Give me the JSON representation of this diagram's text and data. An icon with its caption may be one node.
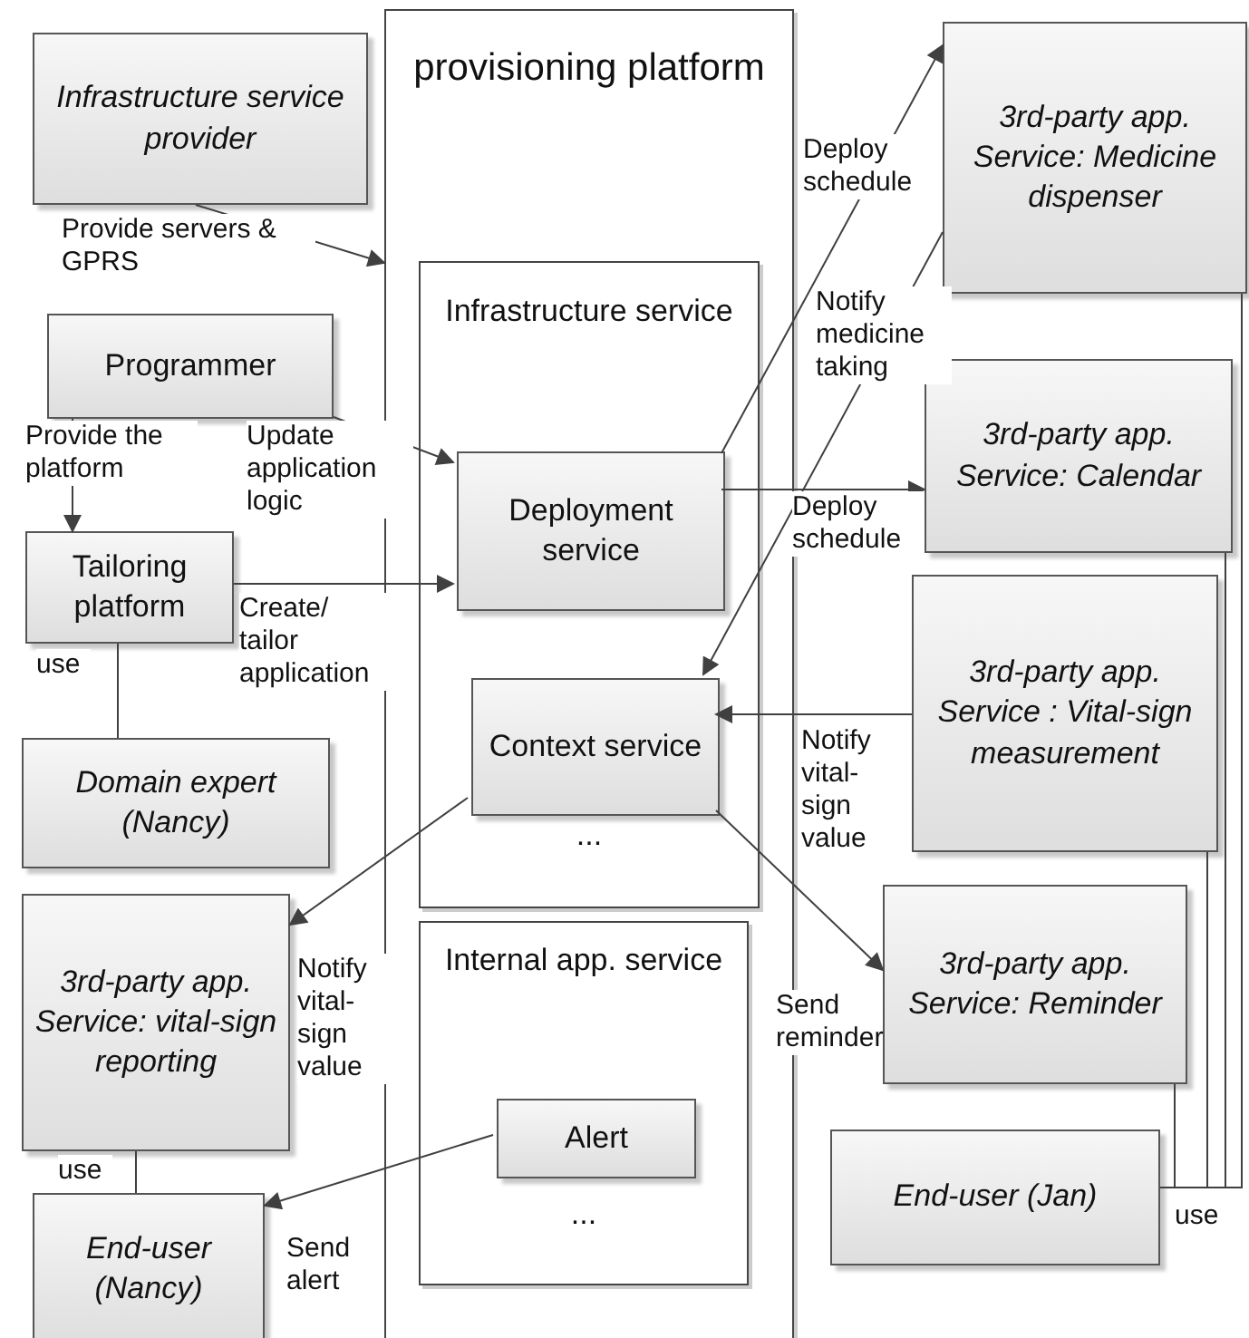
{
  "diagram": {
    "nodes": [
      {
        "text": [
          "Infrastructure service provider"
        ]
      },
      {
        "text": [
          "provisioning platform"
        ]
      },
      {
        "text": [
          "Programmer"
        ]
      },
      {
        "text": [
          "Tailoring platform"
        ]
      },
      {
        "text": [
          "Domain expert (Nancy)"
        ]
      },
      {
        "text": [
          "Infrastructure service",
          "..."
        ],
        "in": 1
      },
      {
        "text": [
          "Deployment service"
        ],
        "in": 5
      },
      {
        "text": [
          "Context service"
        ],
        "in": 5
      },
      {
        "text": [
          "Internal app. service",
          "..."
        ],
        "in": 1
      },
      {
        "text": [
          "Alert"
        ],
        "in": 8
      },
      {
        "text": [
          "3rd-party app. Service: Medicine dispenser"
        ]
      },
      {
        "text": [
          "3rd-party app. Service: Calendar"
        ]
      },
      {
        "text": [
          "3rd-party app. Service : Vital-sign measurement"
        ]
      },
      {
        "text": [
          "3rd-party app. Service: Reminder"
        ]
      },
      {
        "text": [
          "End-user (Jan)"
        ]
      },
      {
        "text": [
          "3rd-party app. Service: vital-sign reporting"
        ]
      },
      {
        "text": [
          "End-user (Nancy)"
        ]
      }
    ],
    "edges": [
      {
        "from": 0,
        "to": 1,
        "arrow": "to",
        "label": "Provide servers & GPRS"
      },
      {
        "from": 2,
        "to": 6,
        "arrow": "to",
        "label": "Update application logic"
      },
      {
        "from": 2,
        "to": 3,
        "arrow": "to",
        "label": "Provide the platform"
      },
      {
        "from": 3,
        "to": 6,
        "arrow": "to",
        "label": "Create/ tailor application"
      },
      {
        "from": 4,
        "to": 3,
        "arrow": "none",
        "label": "use"
      },
      {
        "from": 6,
        "to": 10,
        "arrow": "to",
        "label": "Deploy schedule"
      },
      {
        "from": 10,
        "to": 7,
        "arrow": "to",
        "label": "Notify medicine taking"
      },
      {
        "from": 6,
        "to": 11,
        "arrow": "to",
        "label": "Deploy schedule"
      },
      {
        "from": 12,
        "to": 7,
        "arrow": "to",
        "label": "Notify vital-sign value"
      },
      {
        "from": 7,
        "to": 15,
        "arrow": "to",
        "label": "Notify vital-sign value"
      },
      {
        "from": 7,
        "to": 13,
        "arrow": "to",
        "label": "Send reminder"
      },
      {
        "from": 9,
        "to": 16,
        "arrow": "to",
        "label": "Send alert"
      },
      {
        "from": 16,
        "to": 15,
        "arrow": "none",
        "label": "use"
      },
      {
        "from": 14,
        "to": 13,
        "arrow": "none",
        "label": "use"
      },
      {
        "from": 14,
        "to": 12,
        "arrow": "none"
      },
      {
        "from": 14,
        "to": 11,
        "arrow": "none"
      },
      {
        "from": 14,
        "to": 10,
        "arrow": "none"
      }
    ]
  }
}
